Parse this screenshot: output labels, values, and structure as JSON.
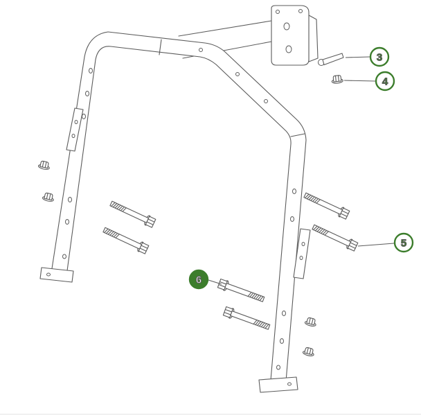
{
  "figure": {
    "kind": "exploded-parts-diagram",
    "subject": "roll-bar (ROPS) assembly with mounting hardware",
    "colors": {
      "background": "#ffffff",
      "line": "#5b5b5b",
      "accent": "#3c7d2c",
      "filled_callout_text": "#ffffff",
      "divider": "#e4e4e4"
    },
    "callouts": [
      {
        "label": "3",
        "style": "outlined"
      },
      {
        "label": "4",
        "style": "outlined"
      },
      {
        "label": "5",
        "style": "outlined"
      },
      {
        "label": "6",
        "style": "filled"
      }
    ]
  }
}
